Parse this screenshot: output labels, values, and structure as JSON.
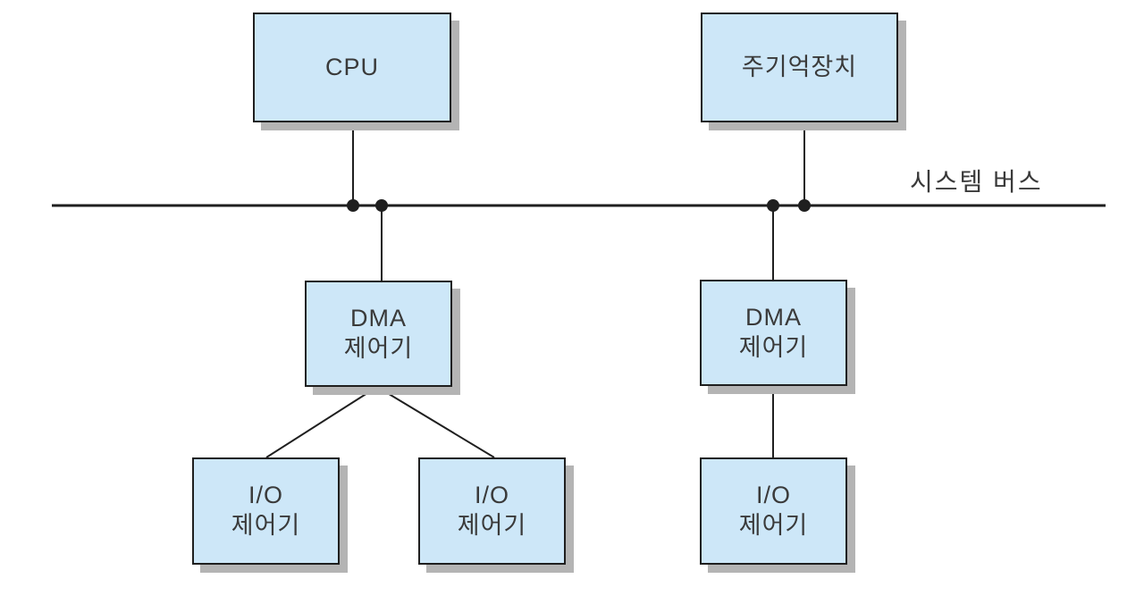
{
  "diagram": {
    "title_hint": "DMA-based I/O system bus architecture diagram",
    "bus_label": "시스템 버스",
    "nodes": {
      "cpu": {
        "label": "CPU"
      },
      "memory": {
        "label": "주기억장치"
      },
      "dma1": {
        "line1": "DMA",
        "line2": "제어기"
      },
      "dma2": {
        "line1": "DMA",
        "line2": "제어기"
      },
      "io1": {
        "line1": "I/O",
        "line2": "제어기"
      },
      "io2": {
        "line1": "I/O",
        "line2": "제어기"
      },
      "io3": {
        "line1": "I/O",
        "line2": "제어기"
      }
    },
    "colors": {
      "node_fill": "#cde7f8",
      "node_border": "#1f1f1f",
      "node_shadow": "#b4b4b4",
      "line": "#1f1f1f",
      "text": "#3a3a3a"
    }
  }
}
